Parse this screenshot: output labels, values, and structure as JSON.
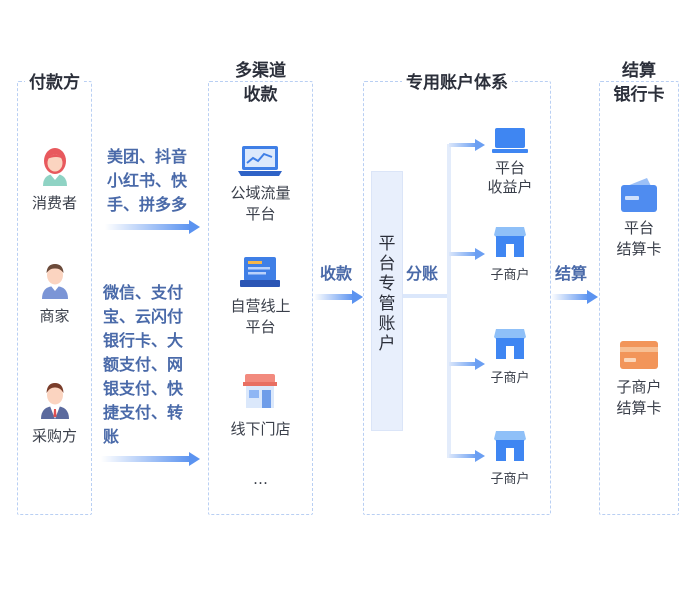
{
  "columns": {
    "payer_title": "付款方",
    "channel_title_1": "多渠道",
    "channel_title_2": "收款",
    "account_title": "专用账户体系",
    "settle_title_1": "结算",
    "settle_title_2": "银行卡"
  },
  "payers": [
    "消费者",
    "商家",
    "采购方"
  ],
  "platforms": {
    "line1": [
      "美团、抖音",
      "小红书、快",
      "手、拼多多"
    ],
    "line2": [
      "微信、支付",
      "宝、云闪付",
      "银行卡、大",
      "额支付、网",
      "银支付、快",
      "捷支付、转",
      "账"
    ]
  },
  "channels": {
    "c1_1": "公域流量",
    "c1_2": "平台",
    "c2_1": "自营线上",
    "c2_2": "平台",
    "c3": "线下门店",
    "more": "…"
  },
  "flow_labels": {
    "collect": "收款",
    "split": "分账",
    "settle": "结算"
  },
  "account_box": "平台专管账户",
  "accounts": {
    "platform_income_1": "平台",
    "platform_income_2": "收益户",
    "sub_merchant": "子商户"
  },
  "cards": {
    "platform_card_1": "平台",
    "platform_card_2": "结算卡",
    "sub_card_1": "子商户",
    "sub_card_2": "结算卡"
  },
  "colors": {
    "accent": "#3f86f2",
    "border": "#b9cff3",
    "label_blue": "#4a6aa9",
    "card_blue": "#4f8cf0",
    "card_orange": "#f2955a"
  }
}
